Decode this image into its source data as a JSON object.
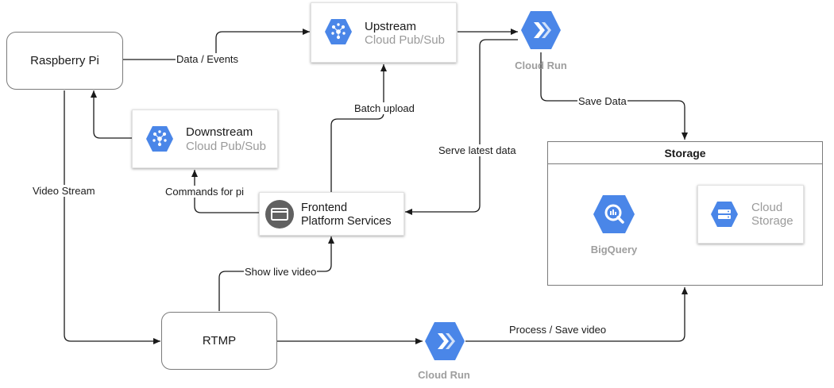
{
  "nodes": {
    "raspberry_pi": "Raspberry Pi",
    "rtmp": "RTMP",
    "upstream": {
      "title": "Upstream",
      "subtitle": "Cloud Pub/Sub",
      "icon": "pubsub-icon"
    },
    "downstream": {
      "title": "Downstream",
      "subtitle": "Cloud Pub/Sub",
      "icon": "pubsub-icon"
    },
    "frontend": {
      "line1": "Frontend",
      "line2": "Platform Services",
      "icon": "app-window-icon"
    },
    "cloud_run_top": {
      "caption": "Cloud Run",
      "icon": "cloud-run-icon"
    },
    "cloud_run_bottom": {
      "caption": "Cloud Run",
      "icon": "cloud-run-icon"
    },
    "storage": {
      "title": "Storage",
      "bigquery": {
        "caption": "BigQuery",
        "icon": "bigquery-icon"
      },
      "cloud_storage": {
        "line1": "Cloud",
        "line2": "Storage",
        "icon": "cloud-storage-icon"
      }
    }
  },
  "edges": {
    "data_events": "Data / Events",
    "save_data": "Save Data",
    "batch_upload": "Batch upload",
    "serve_latest": "Serve latest data",
    "video_stream": "Video Stream",
    "commands": "Commands for pi",
    "show_live": "Show live video",
    "process_save": "Process / Save video"
  },
  "colors": {
    "gcp_blue": "#4a86e8",
    "line": "#1a1a1a",
    "subtitle_gray": "#9a9a9a",
    "frontend_icon": "#616161"
  }
}
